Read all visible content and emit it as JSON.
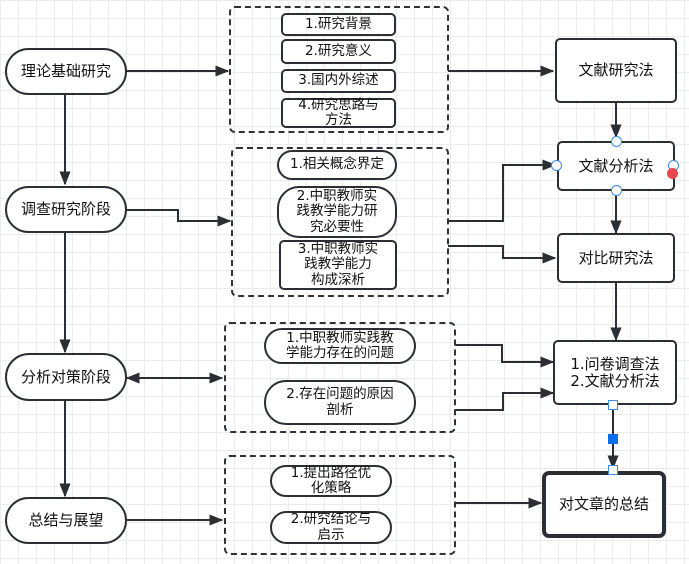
{
  "diagram": {
    "title": "",
    "stages": [
      {
        "id": "s1",
        "label": "理论基础研究"
      },
      {
        "id": "s2",
        "label": "调查研究阶段"
      },
      {
        "id": "s3",
        "label": "分析对策阶段"
      },
      {
        "id": "s4",
        "label": "总结与展望"
      }
    ],
    "groups": [
      {
        "id": "g1",
        "items": [
          {
            "label": "1.研究背景",
            "shape": "rect"
          },
          {
            "label": "2.研究意义",
            "shape": "rect"
          },
          {
            "label": "3.国内外综述",
            "shape": "rect"
          },
          {
            "label": "4.研究思路与\n方法",
            "shape": "rect"
          }
        ]
      },
      {
        "id": "g2",
        "items": [
          {
            "label": "1.相关概念界定",
            "shape": "pill"
          },
          {
            "label": "2.中职教师实\n践教学能力研\n究必要性",
            "shape": "pill"
          },
          {
            "label": "3.中职教师实\n践教学能力\n构成深析",
            "shape": "rect"
          }
        ]
      },
      {
        "id": "g3",
        "items": [
          {
            "label": "1.中职教师实践教\n学能力存在的问题",
            "shape": "pill"
          },
          {
            "label": "2.存在问题的原因\n剖析",
            "shape": "pill"
          }
        ]
      },
      {
        "id": "g4",
        "items": [
          {
            "label": "1.提出路径优\n化策略",
            "shape": "pill"
          },
          {
            "label": "2.研究结论与\n启示",
            "shape": "pill"
          }
        ]
      }
    ],
    "methods": [
      {
        "id": "m1",
        "label": "文献研究法"
      },
      {
        "id": "m2",
        "label": "文献分析法",
        "selected": true
      },
      {
        "id": "m3",
        "label": "对比研究法"
      },
      {
        "id": "m4",
        "label": "1.问卷调查法\n2.文献分析法"
      },
      {
        "id": "m5",
        "label": "对文章的总结"
      }
    ],
    "edges": [
      {
        "from": "s1",
        "to": "s2"
      },
      {
        "from": "s2",
        "to": "s3"
      },
      {
        "from": "s3",
        "to": "s4"
      },
      {
        "from": "s1",
        "to": "g1"
      },
      {
        "from": "s2",
        "to": "g2"
      },
      {
        "from": "s3",
        "to": "g3",
        "bidirectional": true
      },
      {
        "from": "s4",
        "to": "g4"
      },
      {
        "from": "g1",
        "to": "m1"
      },
      {
        "from": "g2",
        "to": "m2"
      },
      {
        "from": "g2",
        "to": "m3"
      },
      {
        "from": "g3",
        "to": "m4"
      },
      {
        "from": "g3",
        "to": "m4"
      },
      {
        "from": "g4",
        "to": "m5"
      },
      {
        "from": "m1",
        "to": "m2"
      },
      {
        "from": "m2",
        "to": "m3"
      },
      {
        "from": "m3",
        "to": "m4"
      },
      {
        "from": "m4",
        "to": "m5",
        "selected": true
      }
    ],
    "colors": {
      "stroke": "#2b2f33",
      "grid": "#ebebeb",
      "selection": "#3c8ce6",
      "selection_fill": "#0a6fe8",
      "warning_dot": "#e5484d"
    }
  }
}
